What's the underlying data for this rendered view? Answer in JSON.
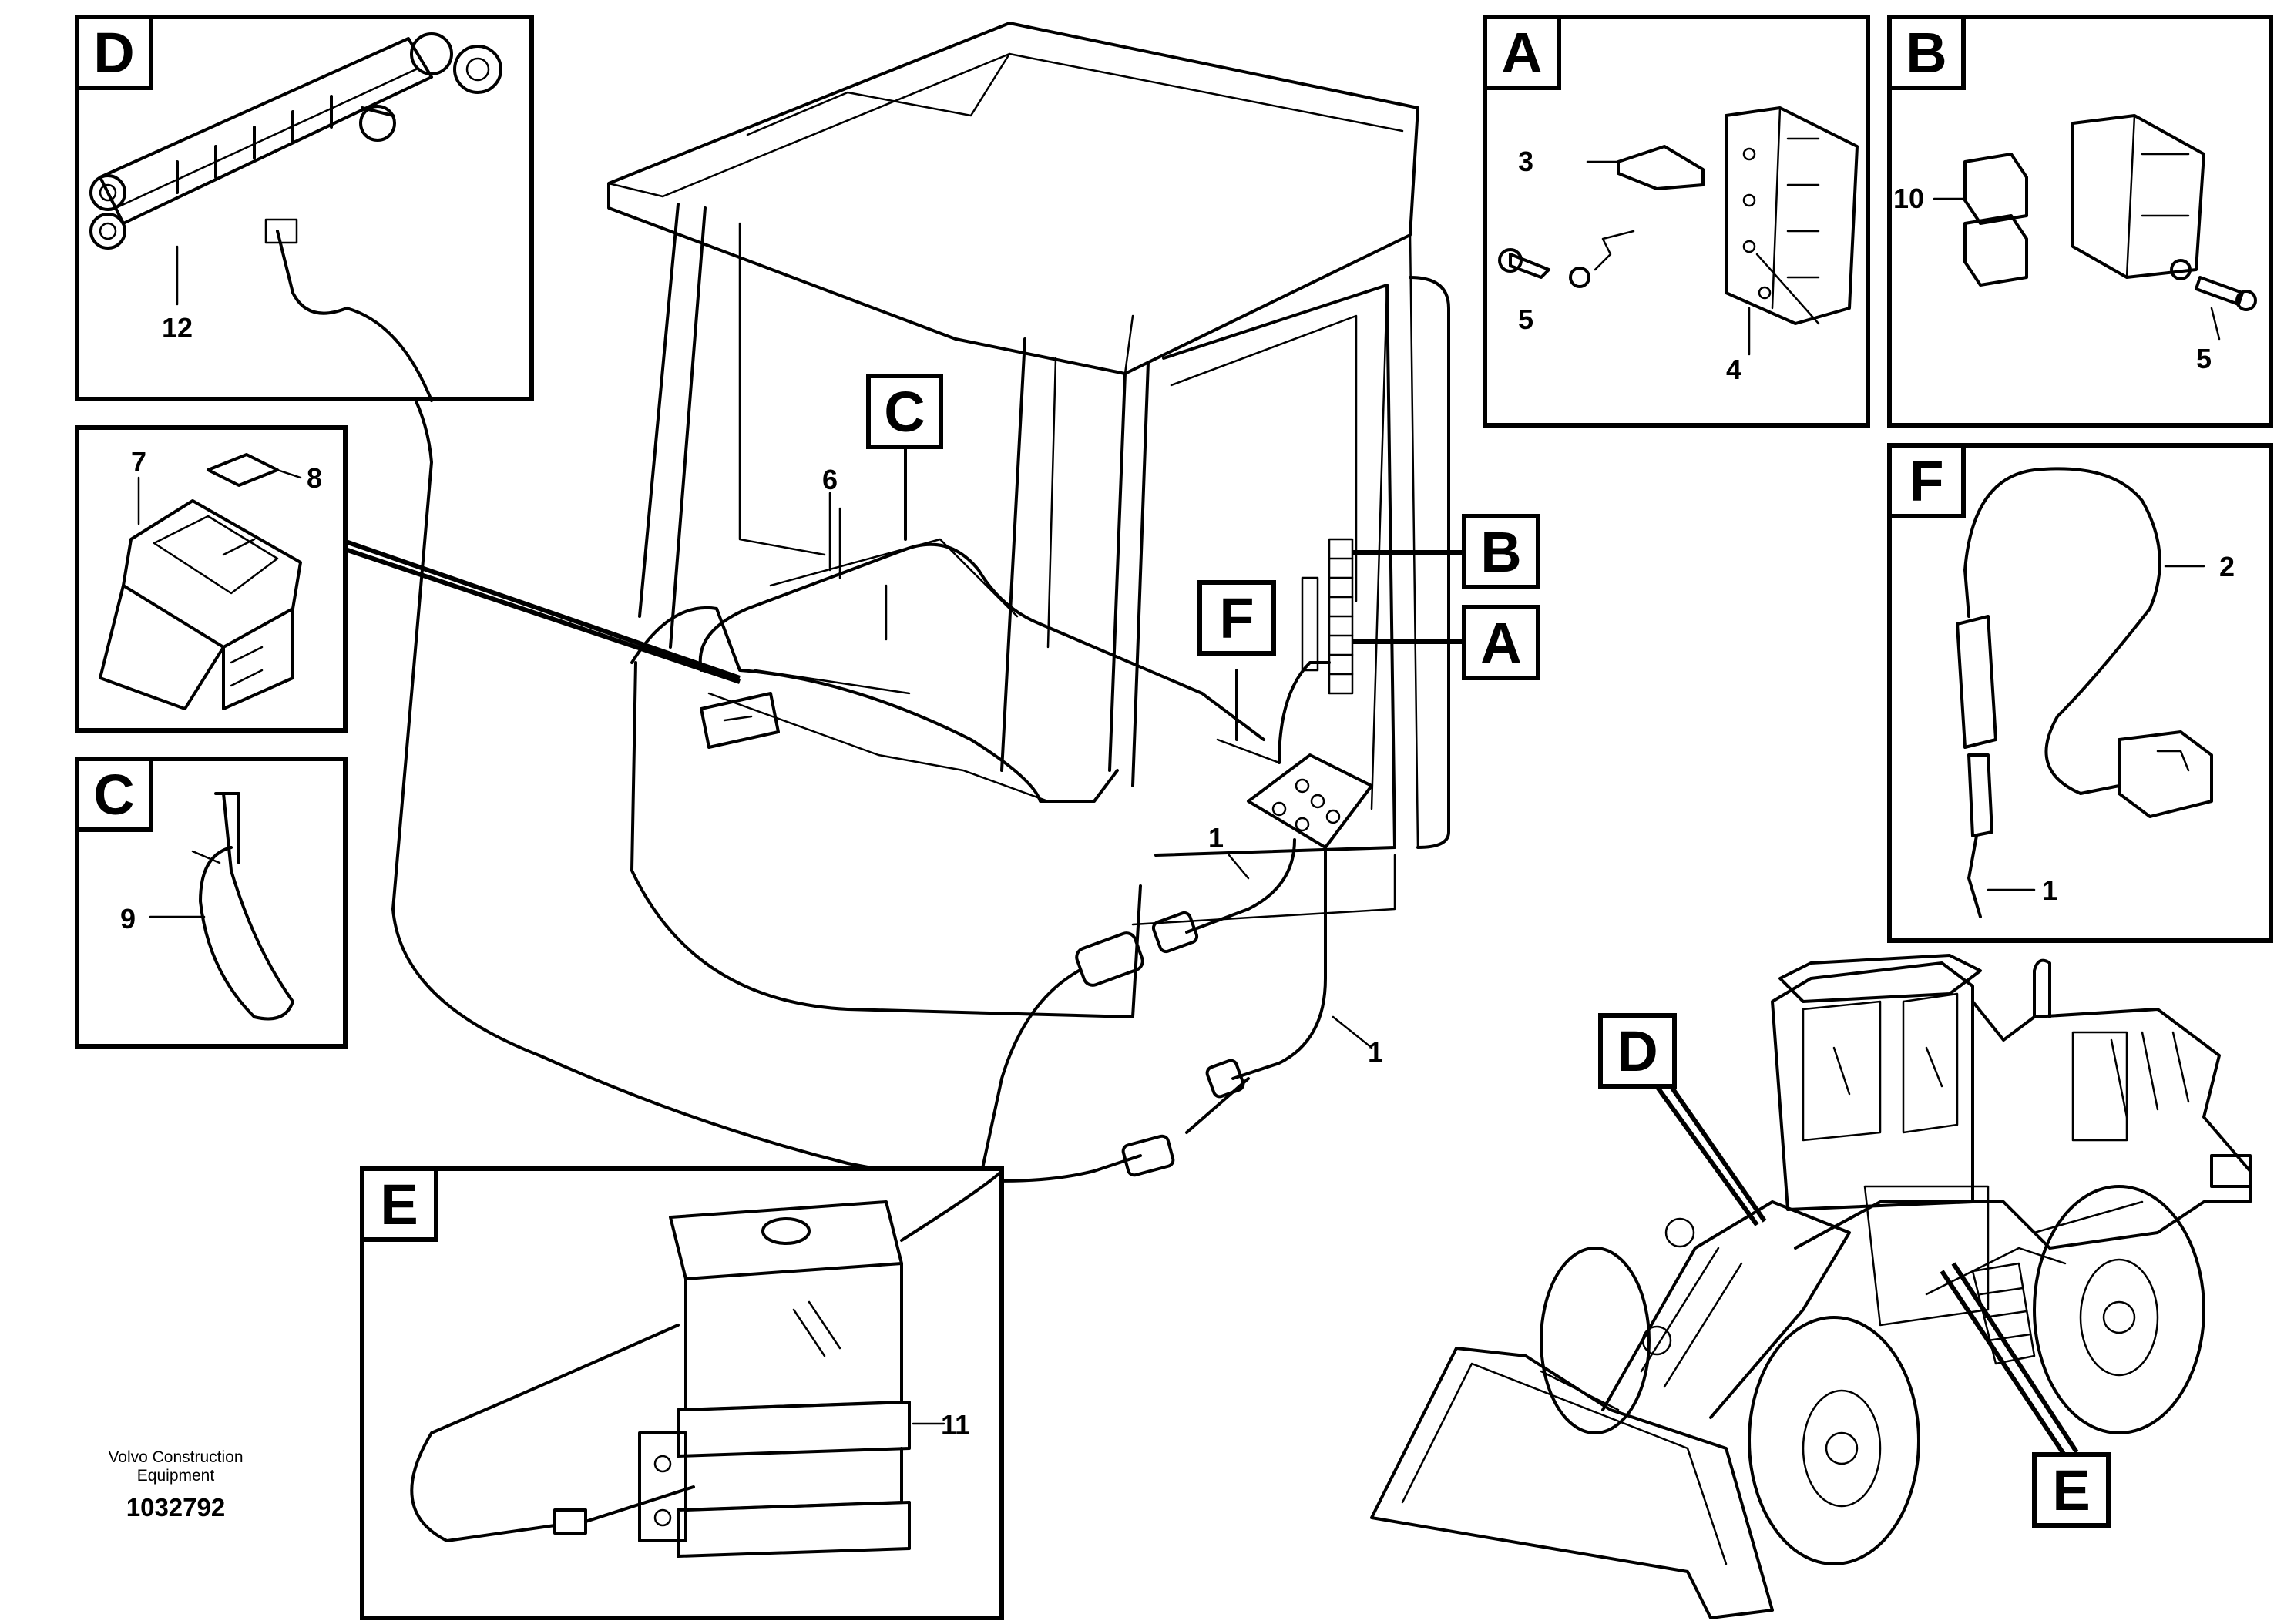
{
  "detail_labels": {
    "D": "D",
    "A": "A",
    "B": "B",
    "C": "C",
    "F": "F",
    "E": "E"
  },
  "part_numbers": {
    "n1": "1",
    "n2": "2",
    "n3": "3",
    "n4": "4",
    "n5": "5",
    "n6": "6",
    "n7": "7",
    "n8": "8",
    "n9": "9",
    "n10": "10",
    "n11": "11",
    "n12": "12"
  },
  "footer": {
    "company_line1": "Volvo Construction",
    "company_line2": "Equipment",
    "drawing_id": "1032792"
  }
}
